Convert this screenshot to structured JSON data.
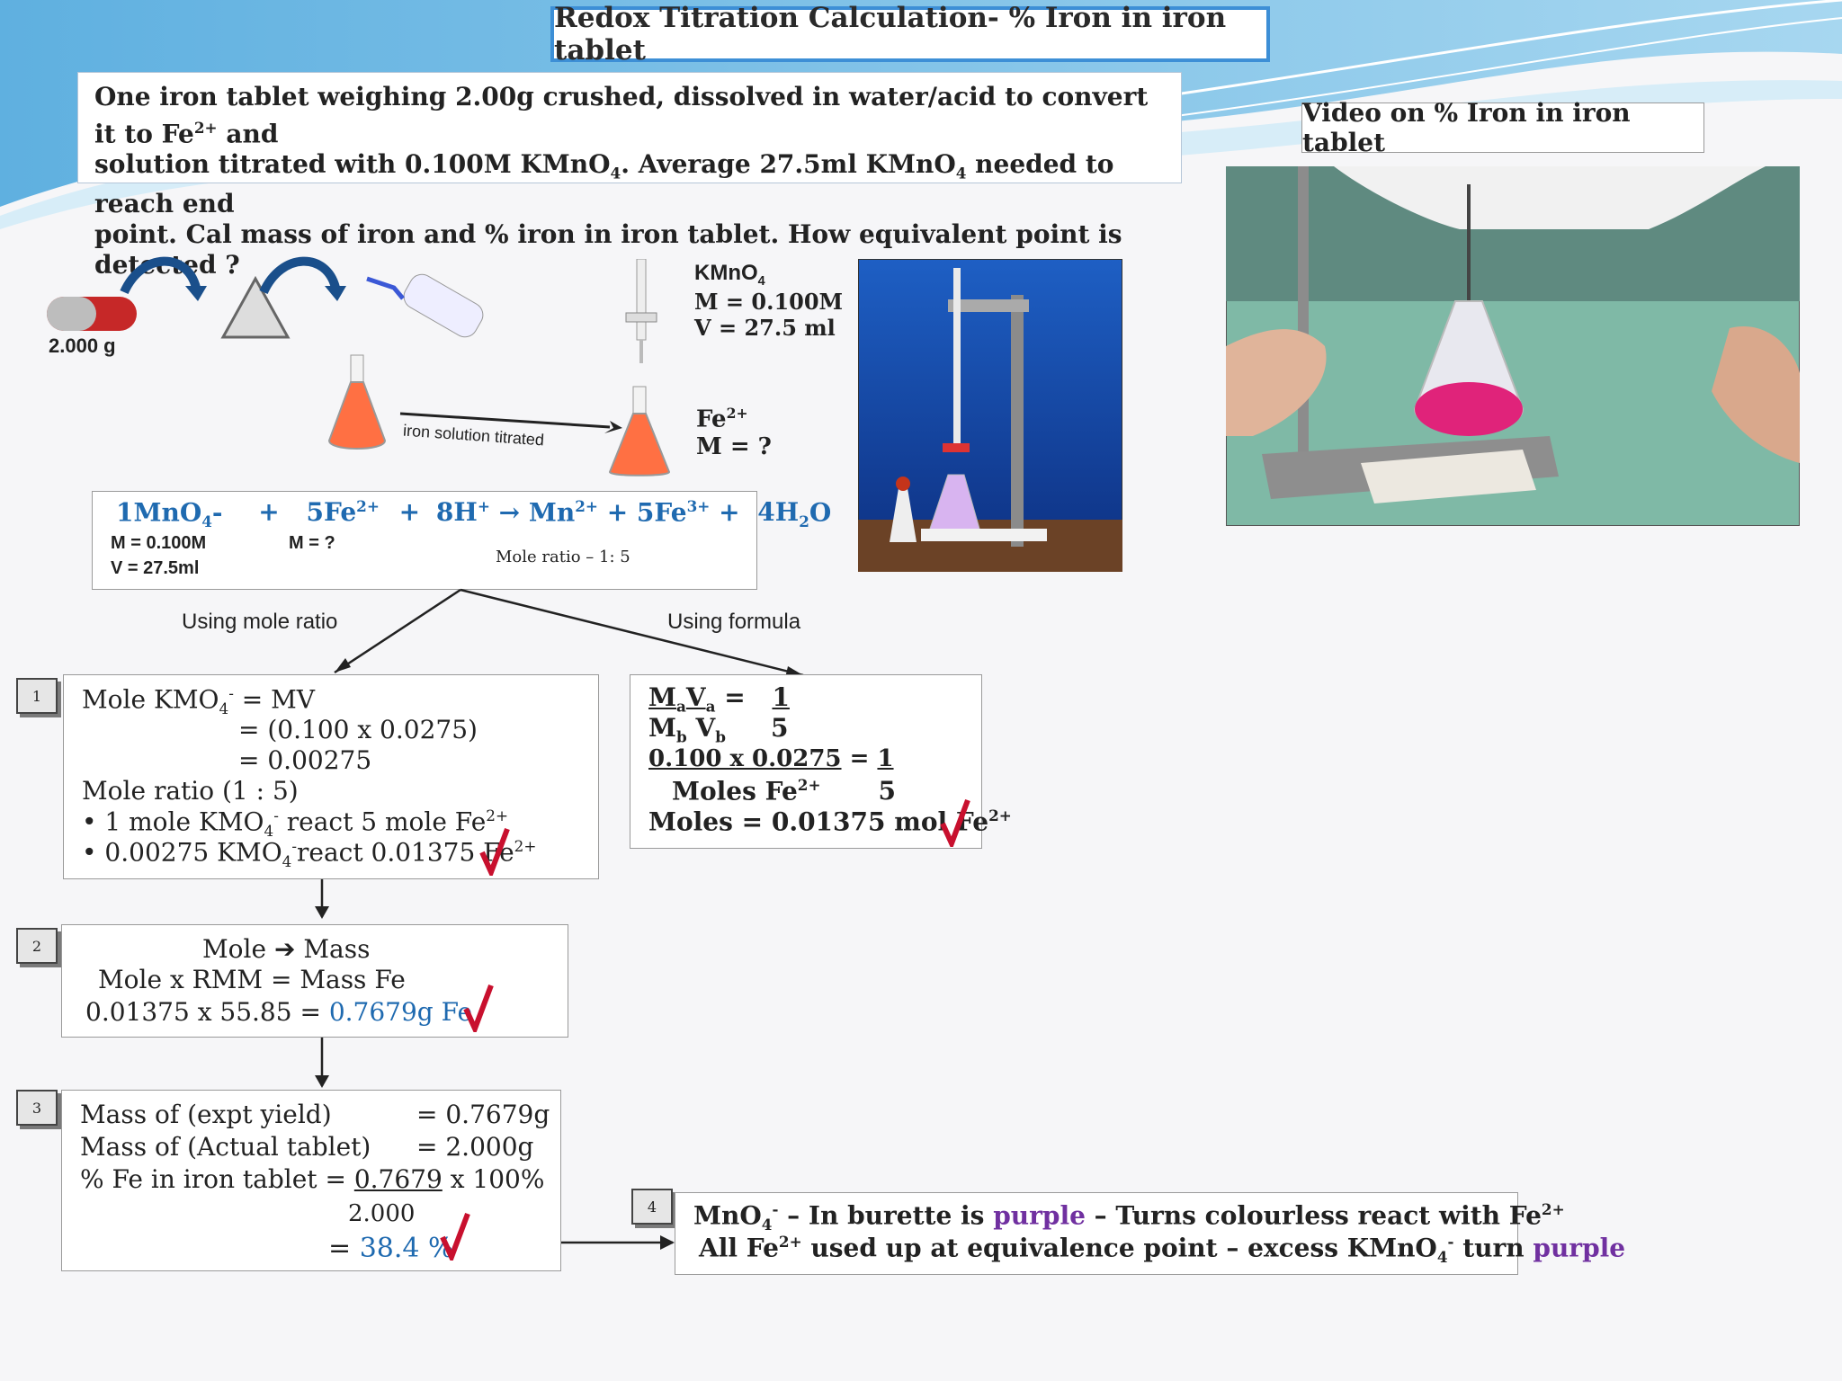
{
  "title": "Redox Titration Calculation- % Iron in iron tablet",
  "question": {
    "line1_a": "One iron tablet weighing 2.00g crushed, dissolved in water/acid to convert it to Fe",
    "line1_sup": "2+",
    "line1_b": " and",
    "line2_a": "solution  titrated with 0.100M KMnO",
    "line2_sub": "4",
    "line2_b": ". Average 27.5ml KMnO",
    "line2_sub2": "4",
    "line2_c": " needed to reach end",
    "line3": "point. Cal mass of iron and  %  iron in iron tablet. How equivalent point is detected ?"
  },
  "video_label": "Video on % Iron in iron tablet",
  "diagram": {
    "tablet_mass": "2.000 g",
    "kmno4_label": "KMnO",
    "kmno4_sub": "4",
    "kmno4_m": "M = 0.100M",
    "kmno4_v": "V  = 27.5 ml",
    "titrated_label": "iron solution titrated",
    "fe_label": "Fe",
    "fe_sup": "2+",
    "fe_m": "M = ?"
  },
  "equation": {
    "mno4": "1MnO",
    "mno4_sub": "4",
    "mno4_minus": "-",
    "plus1": "+",
    "fe": "5Fe",
    "fe_sup": "2+",
    "plus2": "+",
    "h": "8H",
    "h_sup": "+",
    "arrow": "→",
    "mn": "Mn",
    "mn_sup": "2+",
    "fe3": "+ 5Fe",
    "fe3_sup": "3+",
    "plus3": "+",
    "h2o": "4H",
    "h2o_sub": "2",
    "h2o_o": "O",
    "m_kmno4": "M = 0.100M",
    "v_kmno4": "V = 27.5ml",
    "m_fe": "M =  ?",
    "mole_ratio": "Mole ratio – 1: 5"
  },
  "branches": {
    "left": "Using mole ratio",
    "right": "Using formula"
  },
  "step1": {
    "badge": "1",
    "l1_a": "Mole KMO",
    "l1_sub": "4",
    "l1_sup": "-",
    "l1_b": "  = MV",
    "l2": "= (0.100 x 0.0275)",
    "l3": "= 0.00275",
    "l4": "Mole ratio (1 : 5)",
    "l5_a": "• 1 mole KMO",
    "l5_sub": "4",
    "l5_sup": "-",
    "l5_b": " react 5 mole Fe",
    "l5_sup2": "2+",
    "l6_a": "• 0.00275 KMO",
    "l6_sub": "4",
    "l6_sup": "-",
    "l6_b": "react 0.01375 Fe",
    "l6_sup2": "2+"
  },
  "formula": {
    "ma": "M",
    "ma_sub": "a",
    "va": "V",
    "va_sub": "a",
    "eq": "=",
    "one": "1",
    "mb": "M",
    "mb_sub": "b",
    "vb": "V",
    "vb_sub": "b",
    "five": "5",
    "calc": "0.100 x 0.0275",
    "eq2": "=",
    "one2": "1",
    "moles_fe": "Moles Fe",
    "moles_fe_sup": "2+",
    "five2": "5",
    "result": "Moles = 0.01375 mol Fe",
    "result_sup": "2+"
  },
  "step2": {
    "badge": "2",
    "title_a": "Mole",
    "title_arrow": "➔",
    "title_b": "Mass",
    "l2": "Mole    x  RMM = Mass Fe",
    "l3_a": "0.01375  x  55.85  = ",
    "l3_b": "0.7679g Fe"
  },
  "step3": {
    "badge": "3",
    "l1_a": "Mass of (expt yield)",
    "l1_b": "= 0.7679g",
    "l2_a": "Mass of (Actual tablet)",
    "l2_b": "= 2.000g",
    "l3_a": "% Fe in iron tablet = ",
    "l3_b": "0.7679",
    "l3_c": "  x 100%",
    "l4": "2.000",
    "l5_a": "= ",
    "l5_b": "38.4 %"
  },
  "step4": {
    "badge": "4",
    "l1_a": "MnO",
    "l1_sub": "4",
    "l1_sup": "-",
    "l1_b": " – In burette is ",
    "l1_purple": "purple",
    "l1_c": " – Turns colourless react with Fe",
    "l1_sup2": "2+",
    "l2_a": "All Fe",
    "l2_sup": "2+",
    "l2_b": " used up at equivalence point – excess KMnO",
    "l2_sub": "4",
    "l2_sup2": "-",
    "l2_c": " turn ",
    "l2_purple": "purple"
  },
  "colors": {
    "accent_blue": "#1f6ab0",
    "title_border": "#3d8fd6",
    "purple": "#7030a0",
    "check_red": "#c8102e"
  }
}
